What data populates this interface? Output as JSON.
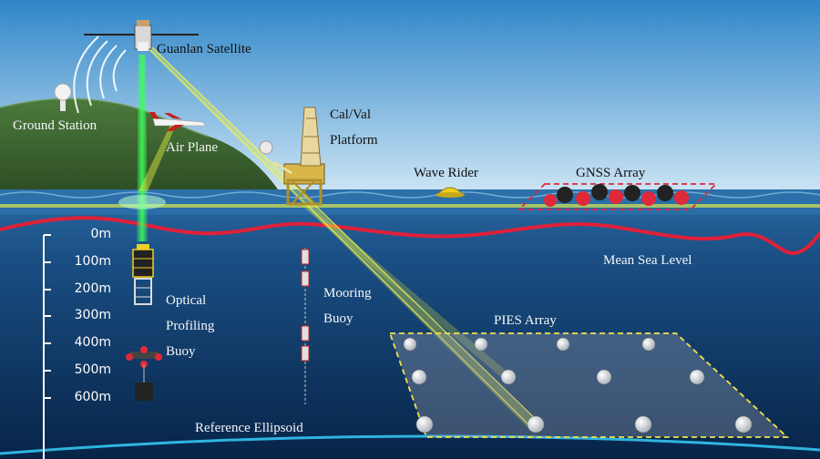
{
  "labels": {
    "satellite": "Guanlan Satellite",
    "ground_station": "Ground Station",
    "air_plane": "Air Plane",
    "calval_line1": "Cal/Val",
    "calval_line2": "Platform",
    "wave_rider": "Wave Rider",
    "gnss_array": "GNSS Array",
    "mean_sea_level": "Mean Sea Level",
    "optical_line1": "Optical",
    "optical_line2": "Profiling",
    "optical_line3": "Buoy",
    "mooring_line1": "Mooring",
    "mooring_line2": "Buoy",
    "pies_array": "PIES Array",
    "reference_ellipsoid": "Reference Ellipsoid"
  },
  "depth_scale": [
    "0m",
    "100m",
    "200m",
    "300m",
    "400m",
    "500m",
    "600m"
  ],
  "colors": {
    "sky_top": "#2f86c8",
    "sky_bottom": "#cfe6f5",
    "sea_surface": "#1d5f96",
    "deep_sea": "#0b2e55",
    "mean_sea_level_line": "#e0203a",
    "beam_green": "#3cff5a",
    "beam_yellow": "#e8f040",
    "array_outline_gnss": "#e02a3a",
    "array_outline_pies": "#f2e24a",
    "ellipsoid_line": "#2fb4e0"
  }
}
